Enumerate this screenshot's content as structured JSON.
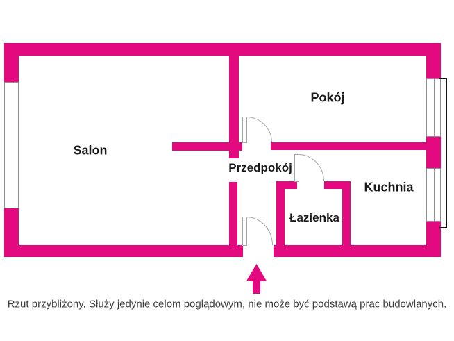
{
  "colors": {
    "wall": "#e20a7e",
    "door_line": "#a6a6a6",
    "window_line": "#8f8f8f",
    "bracket": "#111111",
    "label_text": "#1a1a1a",
    "caption_text": "#3d3d3d",
    "background": "#ffffff"
  },
  "rooms": {
    "salon": {
      "label": "Salon"
    },
    "pokoj": {
      "label": "Pokój"
    },
    "przedpokoj": {
      "label": "Przedpokój"
    },
    "kuchnia": {
      "label": "Kuchnia"
    },
    "lazienka": {
      "label": "Łazienka"
    }
  },
  "caption": "Rzut przybliżony. Służy jedynie celom poglądowym, nie może być podstawą prac budowlanych."
}
